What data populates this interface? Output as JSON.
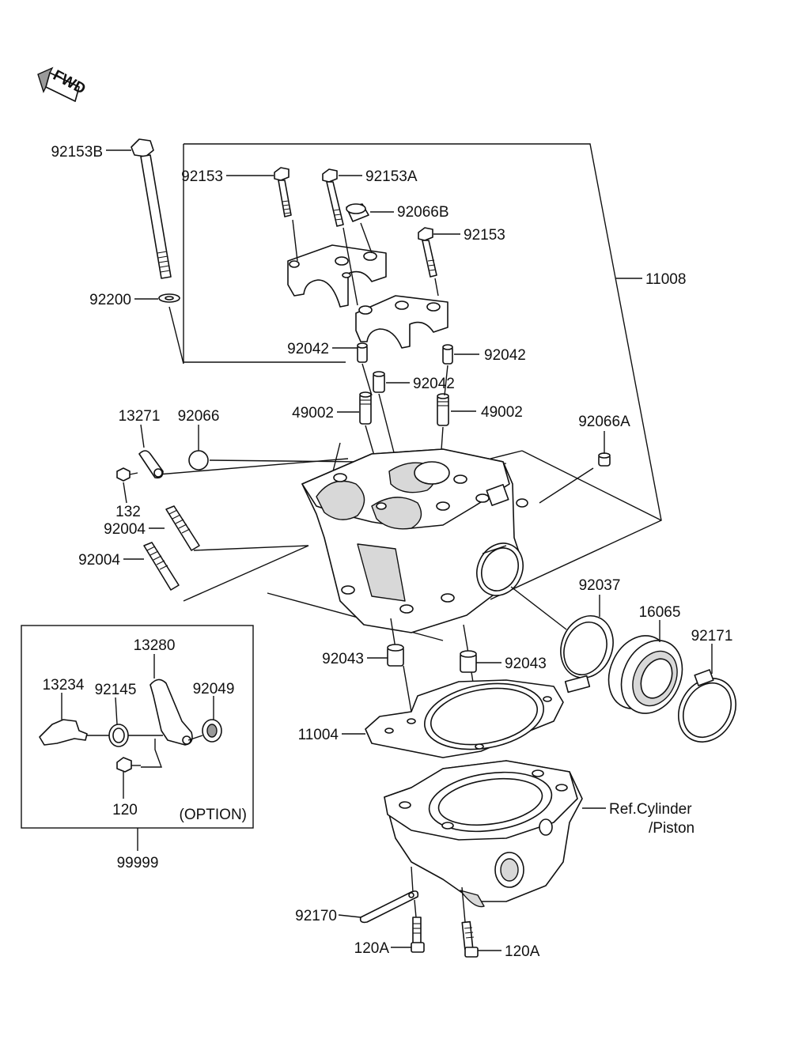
{
  "fwd_label": "FWD",
  "labels": {
    "p92153B": "92153B",
    "p92153": "92153",
    "p92153A": "92153A",
    "p92066B": "92066B",
    "p92153_r": "92153",
    "p11008": "11008",
    "p92200": "92200",
    "p92042_l": "92042",
    "p92042_r": "92042",
    "p92042_c": "92042",
    "p49002_l": "49002",
    "p49002_r": "49002",
    "p13271": "13271",
    "p92066": "92066",
    "p92066A": "92066A",
    "p132": "132",
    "p92004_a": "92004",
    "p92004_b": "92004",
    "p13280": "13280",
    "p13234": "13234",
    "p92145": "92145",
    "p92049": "92049",
    "p120": "120",
    "option": "(OPTION)",
    "p99999": "99999",
    "p92043_l": "92043",
    "p92043_r": "92043",
    "p92037": "92037",
    "p16065": "16065",
    "p92171": "92171",
    "p11004": "11004",
    "ref_line1": "Ref.Cylinder",
    "ref_line2": "/Piston",
    "p92170": "92170",
    "p120A_l": "120A",
    "p120A_r": "120A"
  }
}
